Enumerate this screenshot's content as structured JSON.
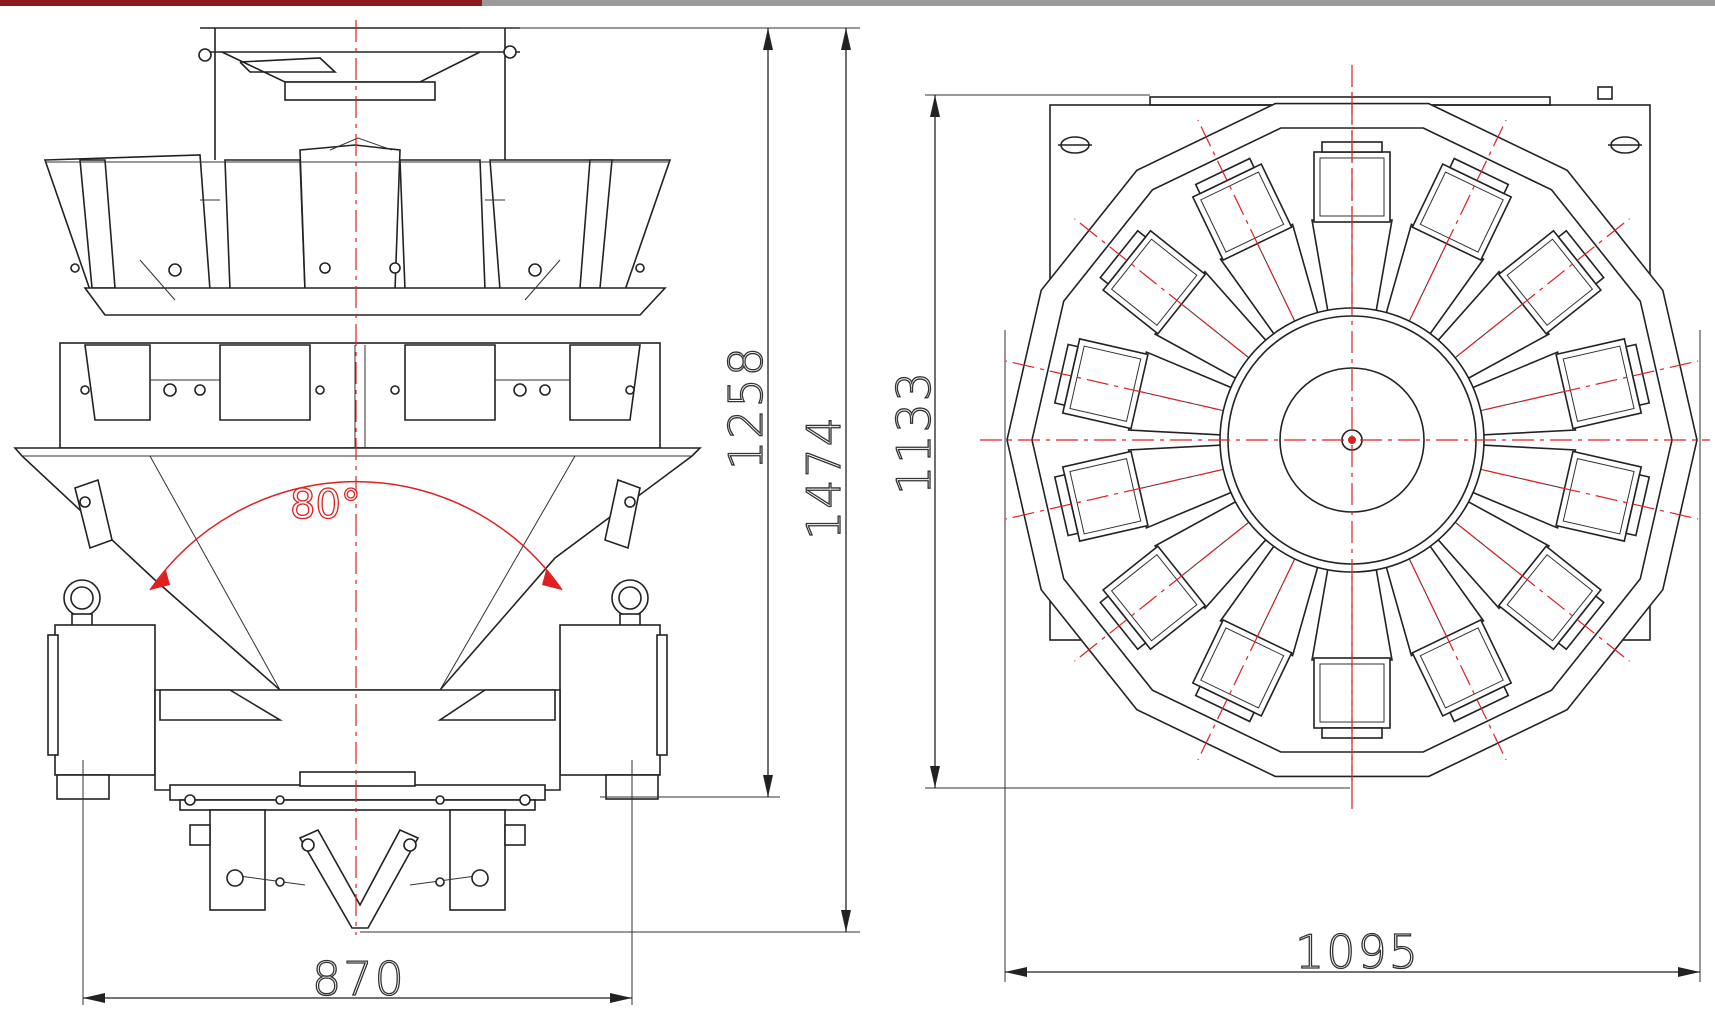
{
  "colors": {
    "accent": "#8b1a1a",
    "topbar_rest": "#9a9a9a",
    "centerline": "#e02020",
    "line": "#222222"
  },
  "side_view": {
    "dimensions": {
      "top_height": "1258",
      "total_height": "1474",
      "base_width": "870"
    },
    "angle_label": "80°"
  },
  "top_view": {
    "dimensions": {
      "height": "1133",
      "width": "1095"
    },
    "bucket_count": 14
  }
}
